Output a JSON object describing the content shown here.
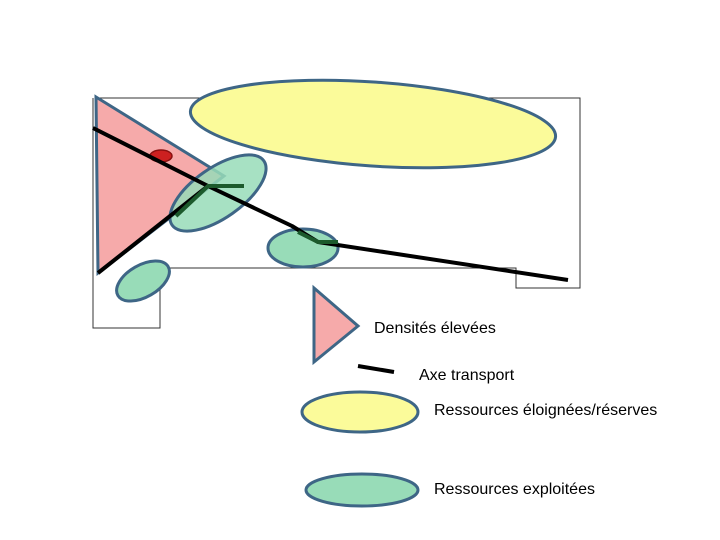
{
  "colors": {
    "density_fill": "#f6aaaa",
    "far_resource_fill": "#fbfb9a",
    "used_resource_fill": "#98dcb8",
    "outline": "#3e6686",
    "city_dot": "#cc2020",
    "axis_line": "#000000",
    "axis_overlap": "#1c5a2c"
  },
  "legend": {
    "density": "Densités élevées",
    "transport": "Axe transport",
    "far_resources": "Ressources éloignées/réserves",
    "used_resources": "Ressources exploitées"
  }
}
